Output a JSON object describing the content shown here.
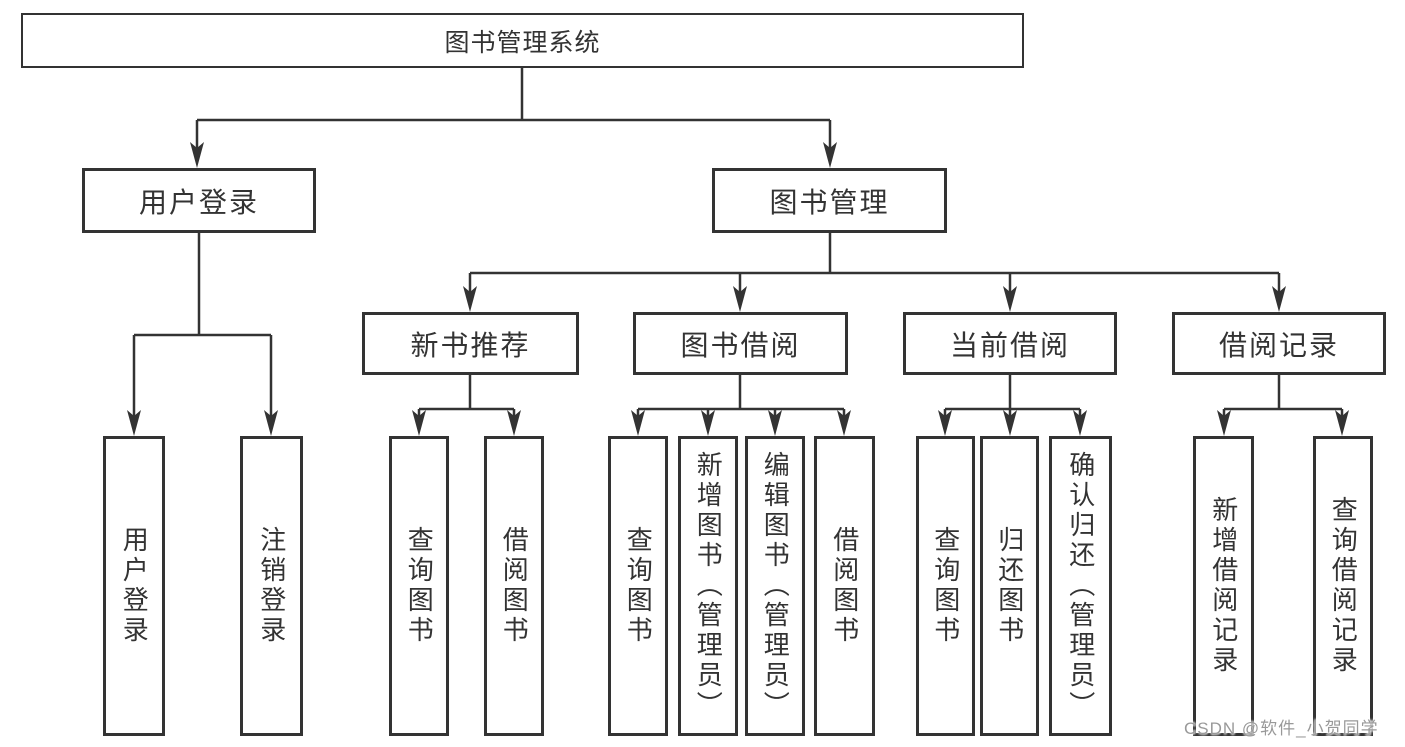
{
  "tree": {
    "root": {
      "label": "图书管理系统"
    },
    "user_login": {
      "label": "用户登录",
      "children": {
        "login": {
          "label": "用户登录"
        },
        "logout": {
          "label": "注销登录"
        }
      }
    },
    "book_mgmt": {
      "label": "图书管理",
      "children": {
        "new_book_rec": {
          "label": "新书推荐",
          "children": {
            "query_books": {
              "label": "查询图书"
            },
            "borrow_books": {
              "label": "借阅图书"
            }
          }
        },
        "book_borrow": {
          "label": "图书借阅",
          "children": {
            "query_books": {
              "label": "查询图书"
            },
            "add_books": {
              "label": "新增图书（管理员）"
            },
            "edit_books": {
              "label": "编辑图书（管理员）"
            },
            "borrow_books": {
              "label": "借阅图书"
            }
          }
        },
        "current_borrow": {
          "label": "当前借阅",
          "children": {
            "query_books": {
              "label": "查询图书"
            },
            "return_books": {
              "label": "归还图书"
            },
            "confirm_return": {
              "label": "确认归还（管理员）"
            }
          }
        },
        "borrow_records": {
          "label": "借阅记录",
          "children": {
            "add_record": {
              "label": "新增借阅记录"
            },
            "query_record": {
              "label": "查询借阅记录"
            }
          }
        }
      }
    }
  },
  "watermark": {
    "text": "CSDN @软件_小贺同学"
  },
  "colors": {
    "line": "#333333",
    "text": "#333333",
    "background": "#ffffff",
    "watermark": "#999999"
  }
}
